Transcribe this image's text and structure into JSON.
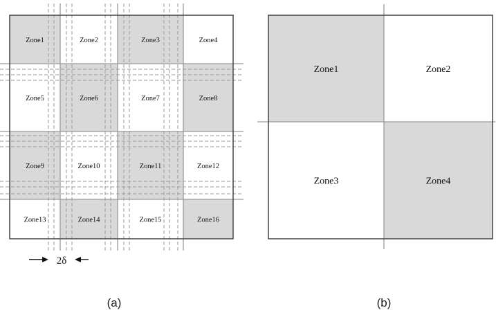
{
  "panel_a": {
    "caption": "(a)",
    "zones": [
      {
        "label": "Zone1",
        "shaded": true
      },
      {
        "label": "Zone2",
        "shaded": false
      },
      {
        "label": "Zone3",
        "shaded": true
      },
      {
        "label": "Zone4",
        "shaded": false
      },
      {
        "label": "Zone5",
        "shaded": false
      },
      {
        "label": "Zone6",
        "shaded": true
      },
      {
        "label": "Zone7",
        "shaded": false
      },
      {
        "label": "Zone8",
        "shaded": true
      },
      {
        "label": "Zone9",
        "shaded": true
      },
      {
        "label": "Zone10",
        "shaded": false
      },
      {
        "label": "Zone11",
        "shaded": true
      },
      {
        "label": "Zone12",
        "shaded": false
      },
      {
        "label": "Zone13",
        "shaded": false
      },
      {
        "label": "Zone14",
        "shaded": true
      },
      {
        "label": "Zone15",
        "shaded": false
      },
      {
        "label": "Zone16",
        "shaded": true
      }
    ],
    "overlap_label": "2δ"
  },
  "panel_b": {
    "caption": "(b)",
    "zones": [
      {
        "label": "Zone1",
        "shaded": true
      },
      {
        "label": "Zone2",
        "shaded": false
      },
      {
        "label": "Zone3",
        "shaded": false
      },
      {
        "label": "Zone4",
        "shaded": true
      }
    ]
  },
  "colors": {
    "shade": "#d9d9d9",
    "border": "#444444",
    "grid": "#9a9a9a"
  }
}
